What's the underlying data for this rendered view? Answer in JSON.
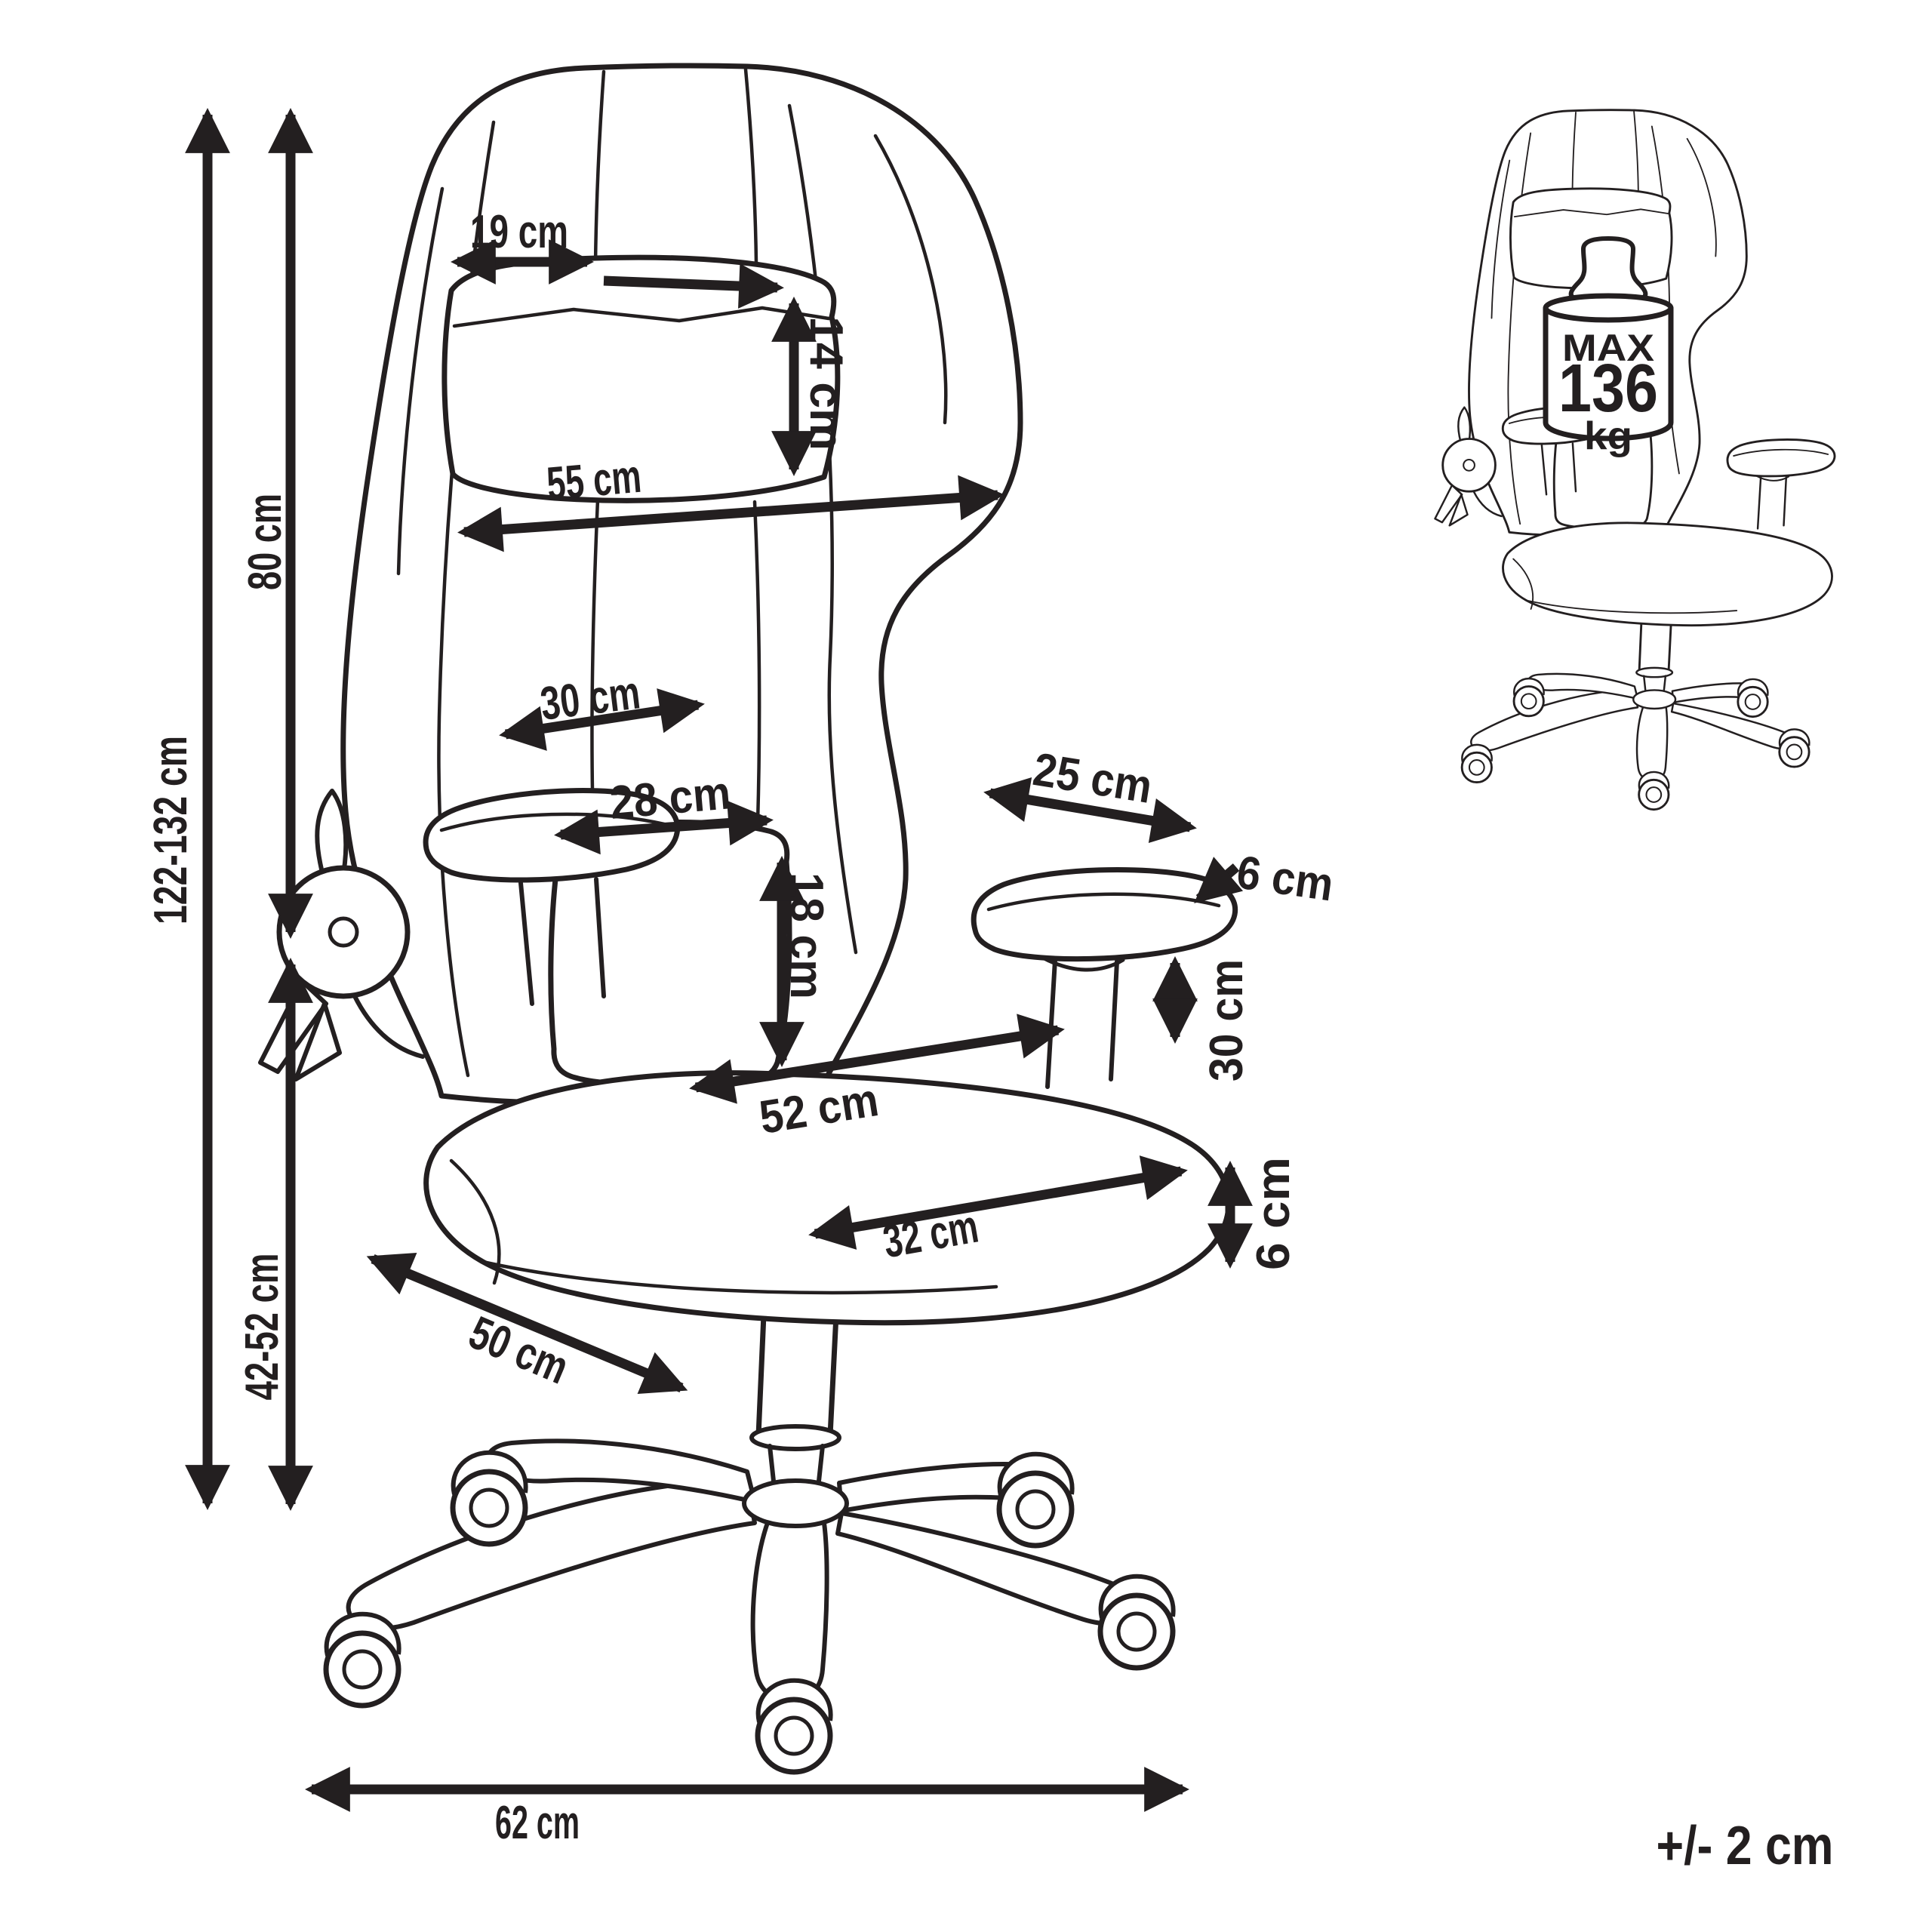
{
  "dimensions": {
    "total_height": "122-132 cm",
    "backrest_height": "80 cm",
    "seat_height_range": "42-52 cm",
    "headrest_width": "19 cm",
    "headrest_height": "14 cm",
    "backrest_width": "55 cm",
    "backrest_lower_width": "30 cm",
    "lumbar_width": "28 cm",
    "lumbar_height": "18 cm",
    "armrest_length": "25 cm",
    "armrest_pad_thickness": "6 cm",
    "armrest_height_adjust": "30 cm",
    "seat_width": "52 cm",
    "seat_depth": "32 cm",
    "seat_cushion_thickness": "6 cm",
    "base_leg_length": "50 cm",
    "base_width": "62 cm"
  },
  "weight_limit": {
    "prefix": "MAX",
    "value": "136",
    "unit": "kg"
  },
  "tolerance": "+/- 2 cm",
  "colors": {
    "ink": "#231f20",
    "background": "#ffffff"
  }
}
